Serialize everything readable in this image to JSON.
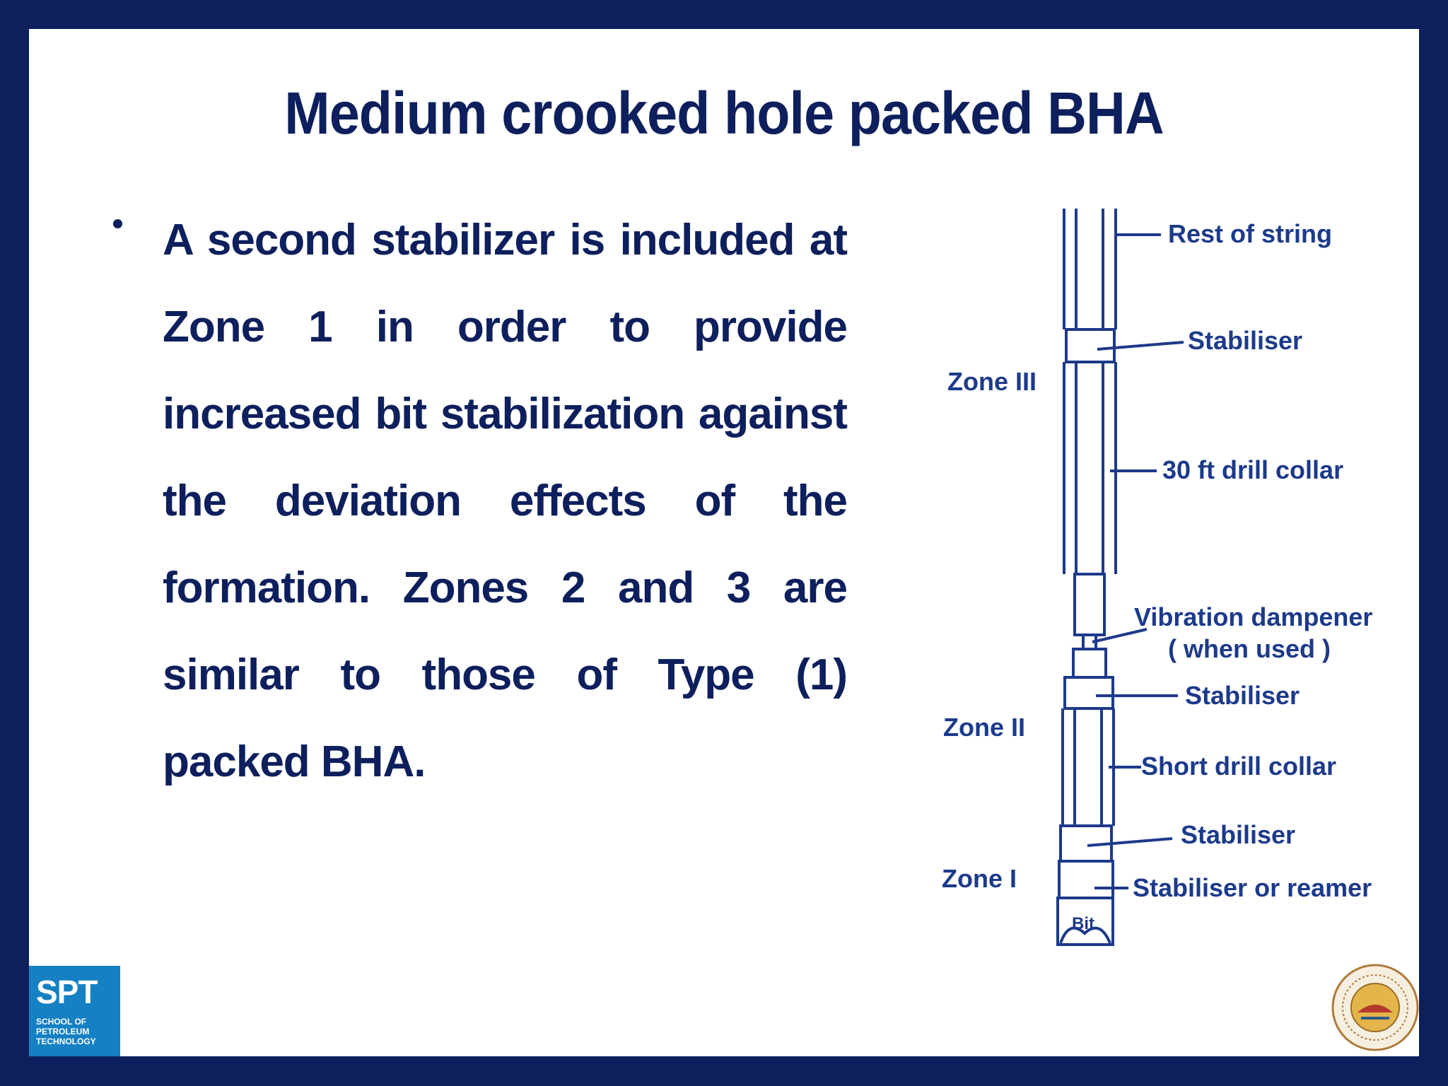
{
  "slide": {
    "title": "Medium crooked hole packed BHA",
    "bullet": "A second stabilizer is included at Zone 1 in order to provide increased bit stabilization against the deviation effects of the formation. Zones 2 and 3 are similar to those of Type (1) packed BHA."
  },
  "diagram": {
    "zones": {
      "zone3": "Zone III",
      "zone2": "Zone II",
      "zone1": "Zone I"
    },
    "labels": {
      "rest_of_string": "Rest of string",
      "stabiliser_top": "Stabiliser",
      "drill_collar_30ft": "30 ft drill collar",
      "vibration_dampener": "Vibration dampener",
      "when_used": "( when used )",
      "stabiliser_mid": "Stabiliser",
      "short_drill_collar": "Short drill collar",
      "stabiliser_low": "Stabiliser",
      "stabiliser_or_reamer": "Stabiliser or reamer",
      "bit": "Bit"
    }
  },
  "logo": {
    "name": "SPT",
    "line1": "SCHOOL OF",
    "line2": "PETROLEUM",
    "line3": "TECHNOLOGY"
  },
  "colors": {
    "border": "#0d1f5c",
    "text": "#0d1f5c",
    "diagram": "#1d3a8a",
    "logo": "#1580c3"
  }
}
